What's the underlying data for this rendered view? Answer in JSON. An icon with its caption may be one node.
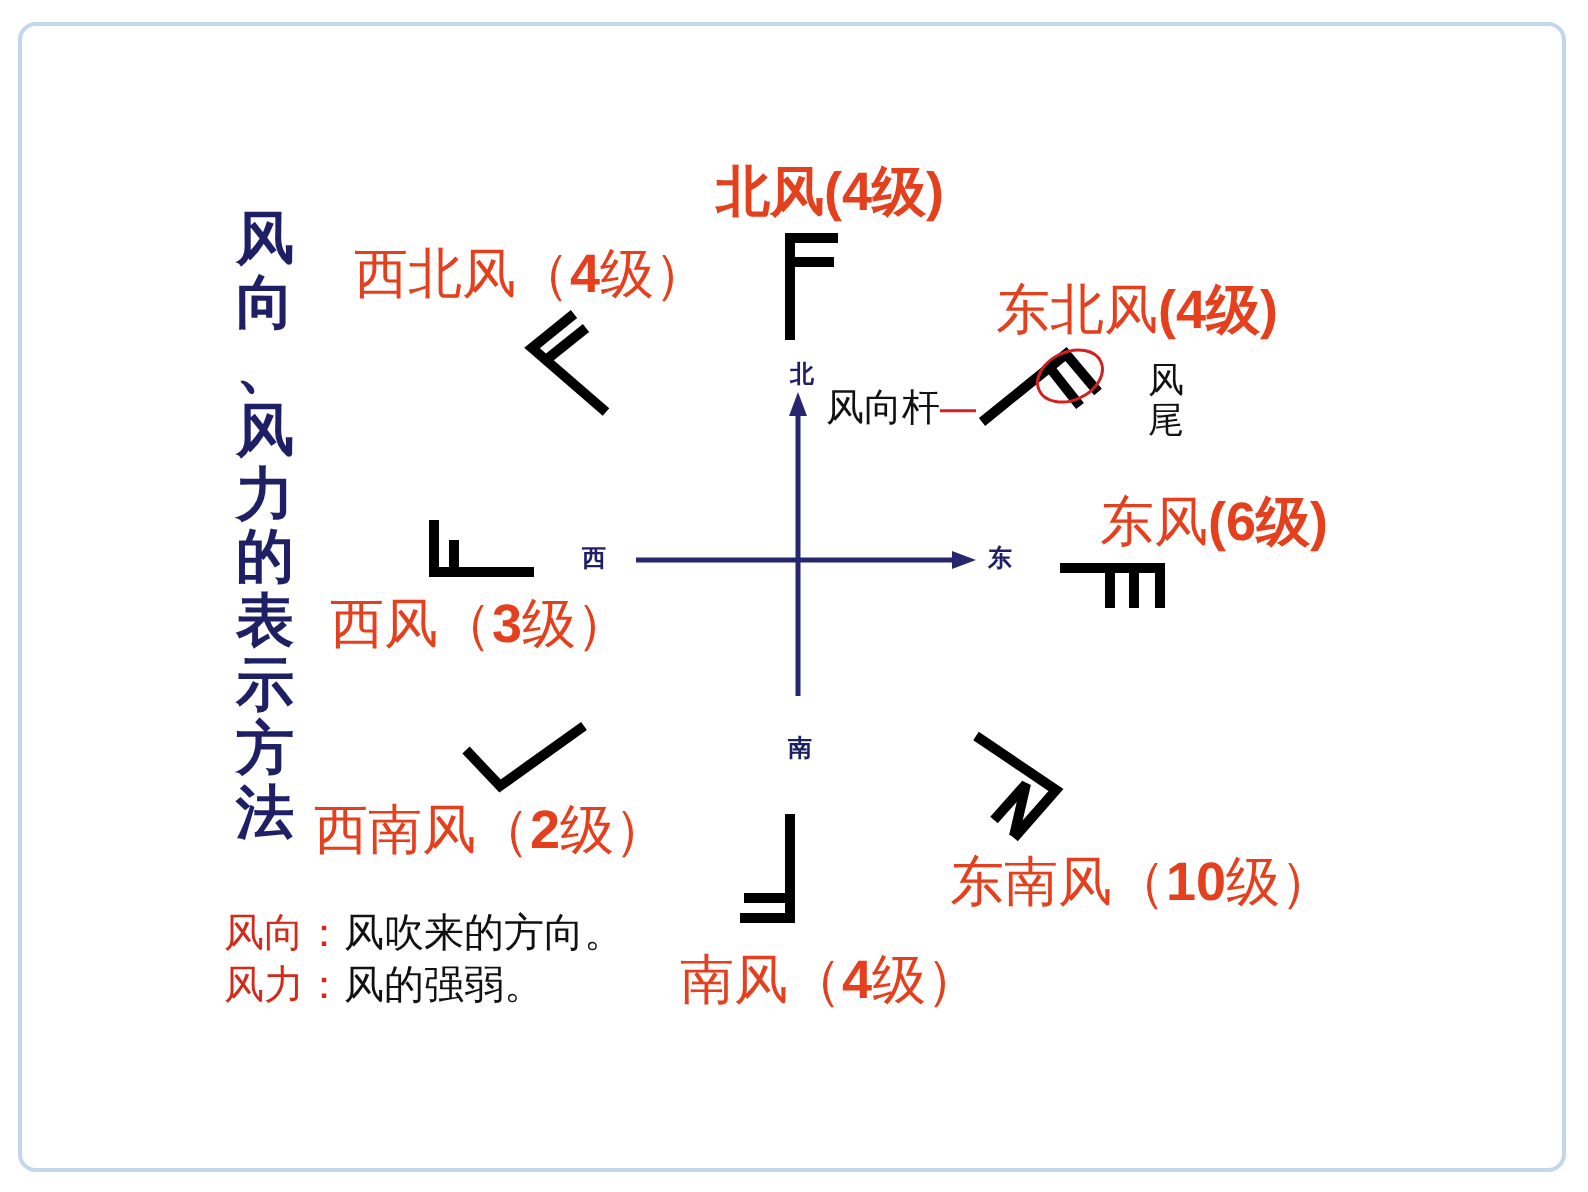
{
  "diagram": {
    "title": "风向、风力的表示方法",
    "nodes": [
      {
        "text": [],
        "shape": "picture",
        "beside": [
          "北风(4级)"
        ]
      },
      {
        "text": [],
        "shape": "picture",
        "beside": [
          "西北风（**4**级）"
        ]
      },
      {
        "text": [],
        "shape": "picture",
        "beside": [
          "东北风**(4级)**"
        ]
      },
      {
        "text": [
          "风向杆"
        ]
      },
      {
        "text": [],
        "shape": "ellipse",
        "in": 2,
        "beside": [
          "风尾"
        ]
      },
      {
        "text": [],
        "shape": "picture",
        "beside": [
          "西风（**3**级）"
        ]
      },
      {
        "text": [],
        "shape": "picture",
        "beside": [
          "东风**(6级)**"
        ]
      },
      {
        "text": [],
        "shape": "picture",
        "beside": [
          "西南风（**2**级）"
        ]
      },
      {
        "text": [],
        "shape": "picture",
        "beside": [
          "东南风（**10**级）"
        ]
      },
      {
        "text": [],
        "shape": "picture",
        "beside": [
          "南风（**4**级）"
        ]
      }
    ],
    "edges": [
      {
        "from": 3,
        "to": 2,
        "arrow": "none"
      }
    ],
    "labels": [
      "北",
      "西",
      "东",
      "南",
      "风向：",
      "风吹来的方向。",
      "风力：",
      "风的强弱。"
    ]
  }
}
